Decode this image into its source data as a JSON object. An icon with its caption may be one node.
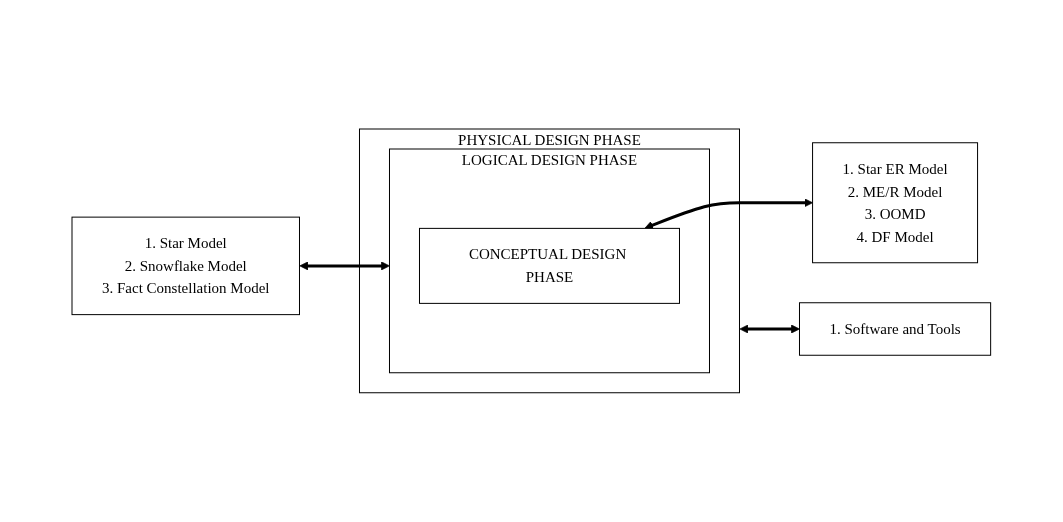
{
  "diagram": {
    "nodes": [
      {
        "text": [
          "PHYSICAL DESIGN PHASE"
        ]
      },
      {
        "text": [
          "LOGICAL DESIGN PHASE"
        ],
        "in": 0
      },
      {
        "text": [
          "CONCEPTUAL DESIGN PHASE"
        ],
        "in": 1
      },
      {
        "text": [
          "1. Star Model",
          "2. Snowflake Model",
          "3. Fact Constellation Model"
        ]
      },
      {
        "text": [
          "1. Star ER Model",
          "2. ME/R Model",
          "3. OOMD",
          "4. DF Model"
        ]
      },
      {
        "text": [
          "1. Software and Tools"
        ]
      }
    ],
    "edges": [
      {
        "from": 3,
        "to": 1,
        "arrow": "both"
      },
      {
        "from": 2,
        "to": 4,
        "arrow": "both"
      },
      {
        "from": 0,
        "to": 5,
        "arrow": "both"
      }
    ]
  }
}
